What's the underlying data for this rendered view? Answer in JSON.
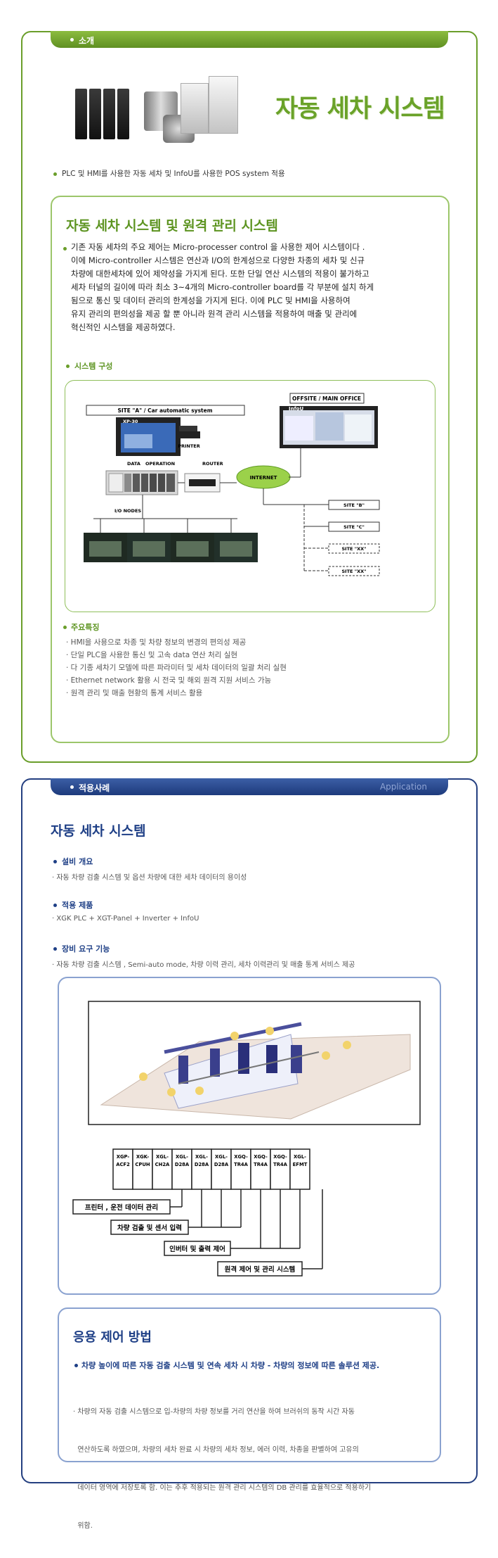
{
  "intro": {
    "bar_label": "소개",
    "hero_title": "자동 세차 시스템",
    "subtitle": "PLC 및 HMI를 사용한 자동 세차 및  InfoU를 사용한 POS system 적용",
    "section_title": "자동 세차 시스템 및 원격 관리 시스템",
    "description_lines": [
      "기존 자동 세차의 주요 제어는 Micro-processer control 을 사용한 제어 시스템이다 .",
      "이에 Micro-controller 시스템은 연산과 I/O의 한계성으로 다양한 차종의 세차 및 신규",
      "차량에 대한세차에 있어 제약성을 가지게 된다.  또한 단일 연산 시스템의 적용이 불가하고",
      "세차 터널의 길이에 따라 최소 3~4개의 Micro-controller board를 각 부분에 설치 하게",
      "됨으로 통신 및 데이터 관리의 한계성을 가지게 된다. 이에 PLC 및 HMI을 사용하여",
      "유지 관리의 편의성을 제공 할 뿐 아니라 원격 관리 시스템을 적용하여 매출 및 관리에",
      "혁신적인 시스템을 제공하였다."
    ],
    "system_config_label": "시스템 구성",
    "diagram": {
      "site_a": "SITE \"A\"  / Car automatic system",
      "offsite": "OFFSITE / MAIN OFFICE",
      "infou": "InfoU",
      "xp30": "XP-30",
      "printer": "PRINTER",
      "data": "DATA",
      "operation": "OPERATION",
      "router": "ROUTER",
      "internet": "INTERNET",
      "io_nodes": "I/O NODES",
      "site_b": "SITE \"B\"",
      "site_c": "SITE \"C\"",
      "site_xx1": "SITE \"XX\"",
      "site_xx2": "SITE \"XX\""
    },
    "features_label": "주요특징",
    "features": [
      "·  HMI을 사용으로 차종 및 차량 정보의 변경의 편의성 제공",
      "·  단일 PLC을 사용한 통신 및 고속 data 연산 처리 실현",
      "·  다 기종 세차기 모델에 따른 파라미터 및 세차 데이터의 일괄 처리 실현",
      "·  Ethernet network 활용 시 전국 및 해외 원격 지원 서비스 가능",
      "·  원격 관리 및 매출 현황의 통계 서비스 활용"
    ]
  },
  "application": {
    "bar_label": "적용사례",
    "bar_label_en": "Application",
    "title": "자동 세차 시스템",
    "sections": [
      {
        "heading": "설비 개요",
        "text": "· 자동 차량 검출 시스템 및 옵션 차량에 대한 세차 데이터의 용이성"
      },
      {
        "heading": "적용 제품",
        "text": "· XGK PLC + XGT-Panel + Inverter + InfoU"
      },
      {
        "heading": "장비 요구 기능",
        "text": "· 자동 차량 검출 시스템 , Semi-auto mode, 차량 이력 관리, 세차 이력관리 및 매출 통계 서비스 제공"
      }
    ],
    "modules": [
      [
        "XGP-",
        "ACF2"
      ],
      [
        "XGK-",
        "CPUH"
      ],
      [
        "XGL-",
        "CH2A"
      ],
      [
        "XGL-",
        "D28A"
      ],
      [
        "XGL-",
        "D28A"
      ],
      [
        "XGL-",
        "D28A"
      ],
      [
        "XGQ-",
        "TR4A"
      ],
      [
        "XGQ-",
        "TR4A"
      ],
      [
        "XGQ-",
        "TR4A"
      ],
      [
        "XGL-",
        "EFMT"
      ]
    ],
    "callouts": [
      "프린터 , 운전 데이터 관리",
      "차량 검출 및 센서 입력",
      "인버터 및 출력 제어",
      "원격 제어 및 관리 시스템"
    ],
    "control_title": "응용 제어 방법",
    "control_bullet": "차량 높이에 따른 자동 검출 시스템 및 연속 세차 시 차량 - 차량의 정보에 따른 솔루션 제공.",
    "control_desc_lines": [
      "· 차량의 자동 검출 시스템으로 입-차량의 차량 정보를 거리 연산을 하여 브러쉬의 동작 시간 자동",
      "  연산하도록 하였으며, 차량의 세차 완료 시 차량의 세차 정보, 에러 이력, 차종을 판별하여 고유의",
      "  데이터 영역에 저장토록 함. 이는 추후 적용되는 원격 관리 시스템의 DB 관리를 효율적으로 적용하기",
      "  위함."
    ]
  },
  "colors": {
    "green": "#5d9421",
    "navy": "#1e3f86"
  }
}
